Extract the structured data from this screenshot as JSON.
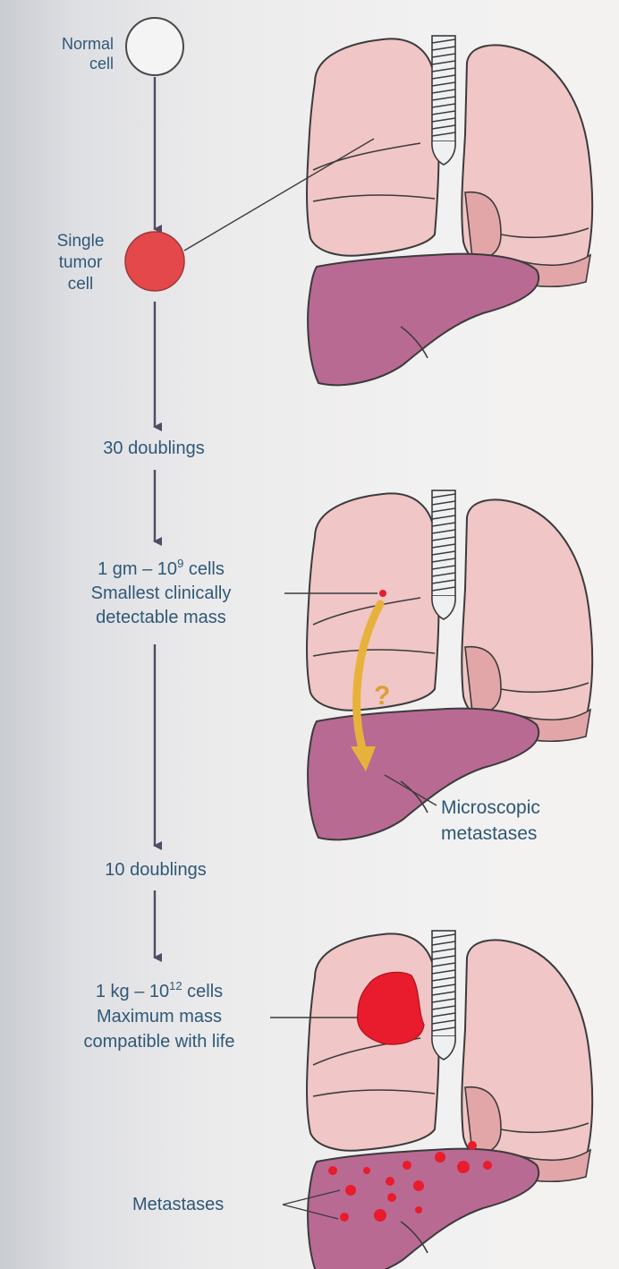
{
  "labels": {
    "normal_cell": [
      "Normal",
      "cell"
    ],
    "single_tumor_cell": [
      "Single",
      "tumor",
      "cell"
    ],
    "doublings_30": "30 doublings",
    "stage_1gm": {
      "line1_base": "1 gm – 10",
      "line1_exp": "9",
      "line1_tail": " cells",
      "line2": "Smallest clinically",
      "line3": "detectable mass"
    },
    "microscopic_metastases": [
      "Microscopic",
      "metastases"
    ],
    "doublings_10": "10 doublings",
    "stage_1kg": {
      "line1_base": "1 kg – 10",
      "line1_exp": "12",
      "line1_tail": " cells",
      "line2": "Maximum mass",
      "line3": "compatible with life"
    },
    "metastases": "Metastases",
    "question_mark": "?"
  },
  "colors": {
    "lung_fill": "#f1c6c6",
    "lung_outline": "#3b3b3b",
    "liver_fill": "#b96a93",
    "tumor_red": "#e5484a",
    "lesion_red": "#e81c2c",
    "arrow_yellow": "#e7b23b",
    "label_blue": "#2f5877",
    "flow_arrow": "#504b62"
  },
  "icons": [
    "lungs-liver-illustration",
    "trachea-icon",
    "down-arrow-icon",
    "curved-yellow-arrow-icon"
  ]
}
